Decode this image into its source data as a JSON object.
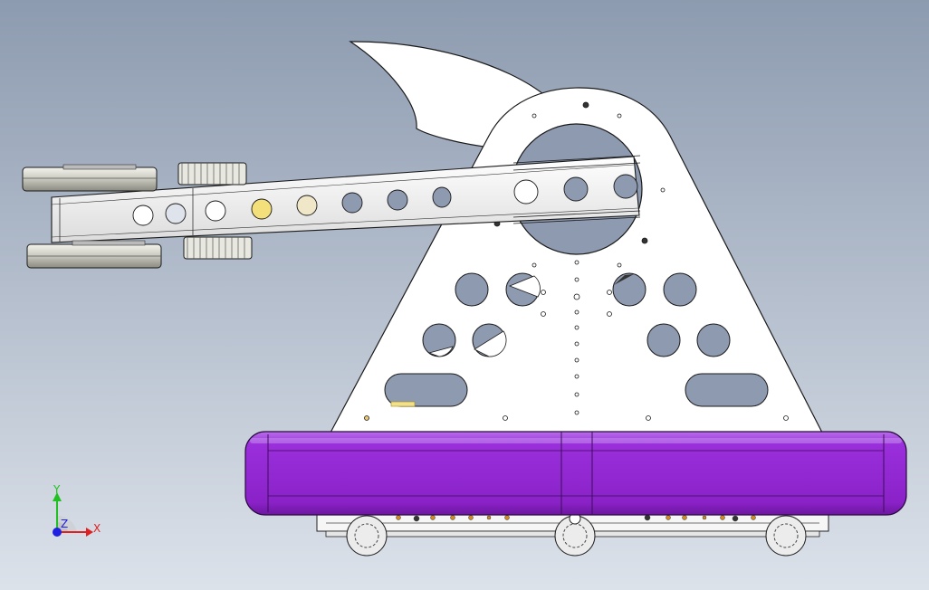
{
  "viewport": {
    "background_top": "#8d9bb0",
    "background_bottom": "#dce2ea"
  },
  "model": {
    "plate_color": "#ffffff",
    "edge_color": "#1a1a1a",
    "bumper_color": "#9229d4",
    "bumper_highlight": "#b86ee8",
    "hole_fill": "#8e9ab0",
    "arm_color": "#f2f2f2",
    "wheel_color": "#d8d8d0"
  },
  "triad": {
    "x_label": "X",
    "y_label": "Y",
    "z_label": "Z",
    "x_color": "#e02020",
    "y_color": "#22c022",
    "z_color": "#2020e0"
  }
}
